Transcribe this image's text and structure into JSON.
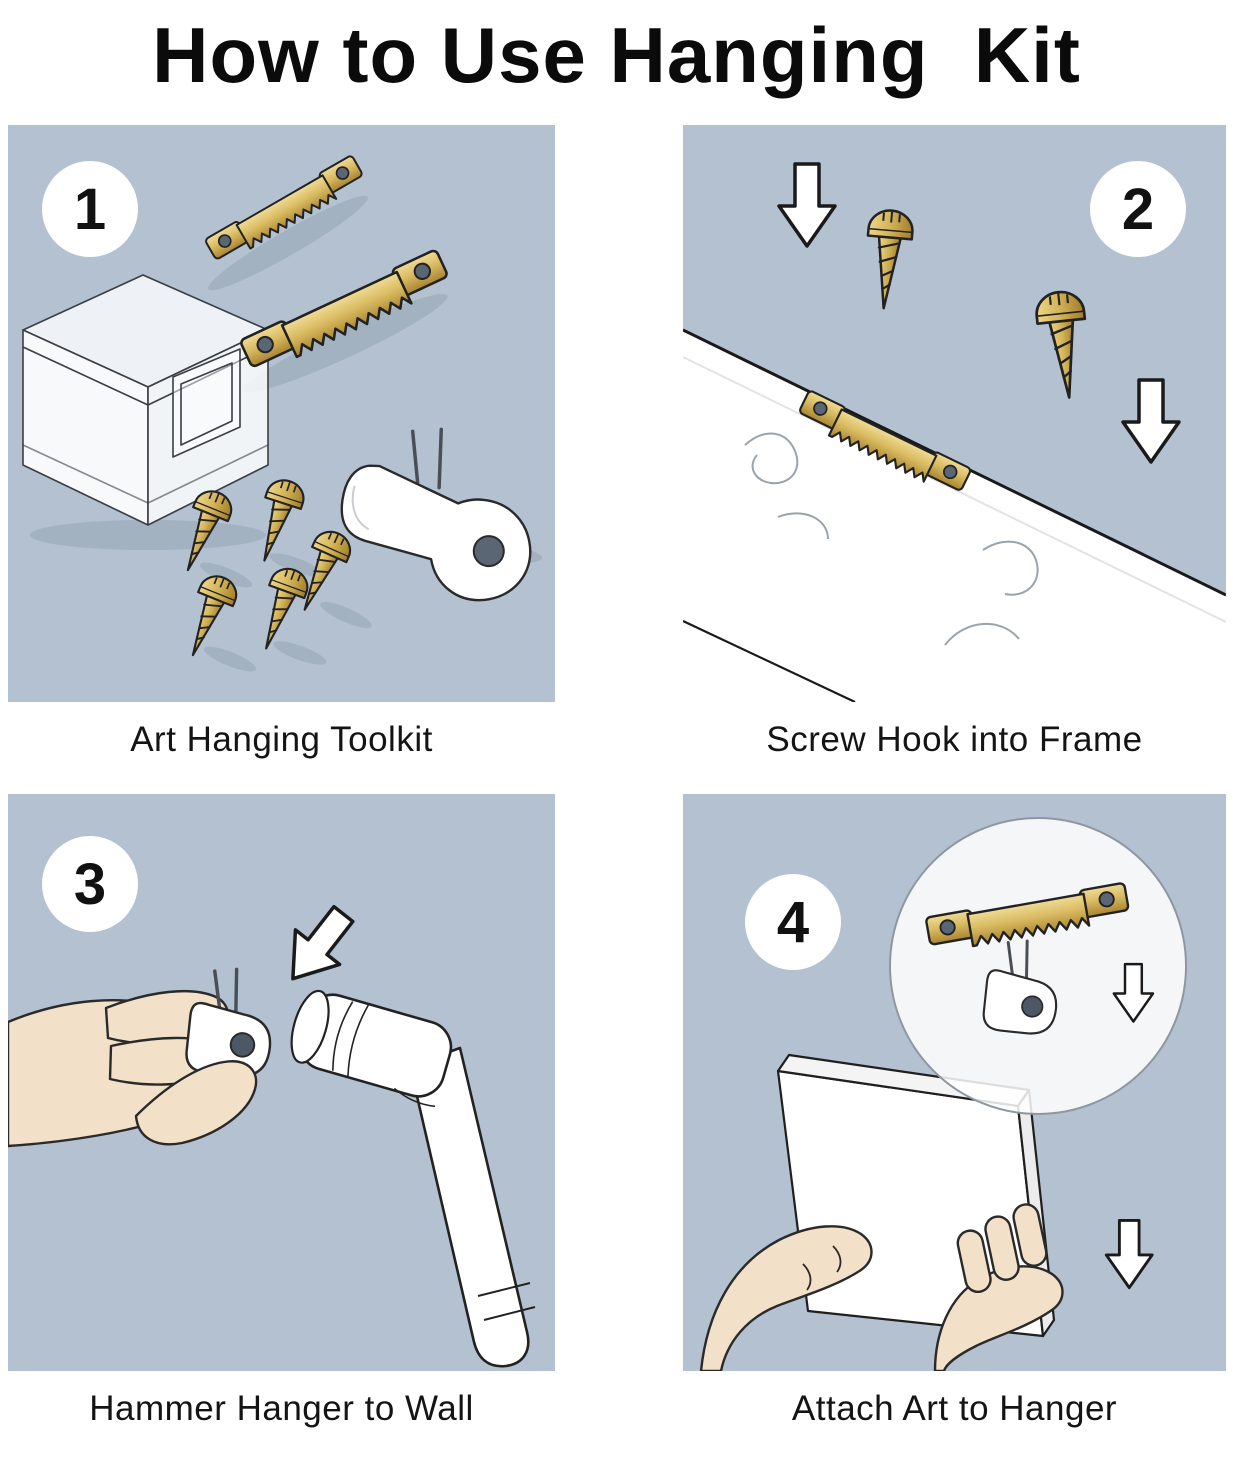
{
  "page": {
    "title": "How to Use Hanging  Kit"
  },
  "panels": [
    {
      "number": "1",
      "caption": "Art Hanging Toolkit",
      "items": [
        "clear-storage-box",
        "sawtooth-hanger",
        "sawtooth-hanger",
        "screws",
        "plastic-hook"
      ]
    },
    {
      "number": "2",
      "caption": "Screw Hook into Frame",
      "items": [
        "frame-board",
        "sawtooth-hanger",
        "screws",
        "down-arrows"
      ]
    },
    {
      "number": "3",
      "caption": "Hammer Hanger to Wall",
      "items": [
        "hand",
        "wall-hanger",
        "hammer",
        "down-arrow"
      ]
    },
    {
      "number": "4",
      "caption": "Attach Art to Hanger",
      "items": [
        "canvas",
        "hands",
        "magnifier-detail",
        "sawtooth-hanger",
        "wall-hanger",
        "down-arrows"
      ]
    }
  ],
  "colors": {
    "panel_background": "#b3c1d0",
    "brass": "#d9bb62",
    "brass_dark": "#a9842f",
    "skin": "#f2e0c8",
    "outline": "#222222",
    "white": "#ffffff"
  }
}
